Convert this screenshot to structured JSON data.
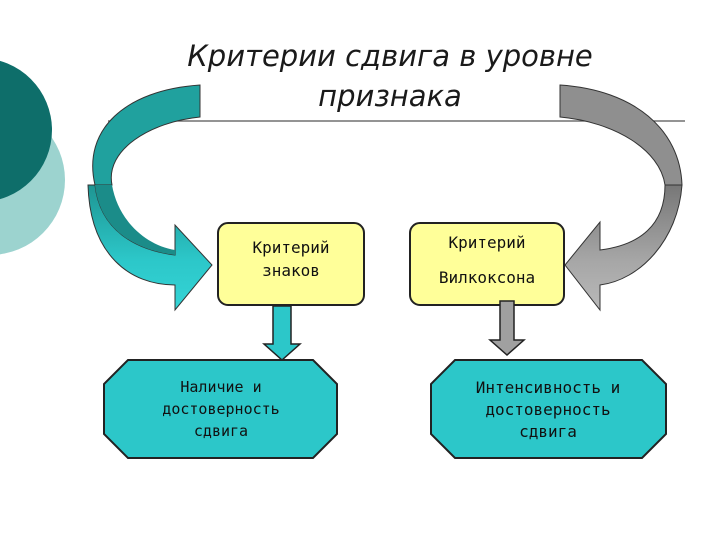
{
  "title": {
    "line1": "Критерии сдвига в уровне",
    "line2": "признака"
  },
  "criteria": [
    {
      "line1": "Критерий",
      "line2": "знаков"
    },
    {
      "line1": "Критерий",
      "line2": "Вилкоксона"
    }
  ],
  "results": [
    {
      "line1": "Наличие и",
      "line2": "достоверность",
      "line3": "сдвига"
    },
    {
      "line1": "Интенсивность и",
      "line2": "достоверность",
      "line3": "сдвига"
    }
  ],
  "colors": {
    "teal_dark": "#0e6e6a",
    "teal_light": "#9cd3cf",
    "cyan_fill": "#2cc7c9",
    "arrow_teal": "#28a0a0",
    "arrow_gray": "#8c8c8c",
    "criterion_fill": "#ffff99"
  }
}
